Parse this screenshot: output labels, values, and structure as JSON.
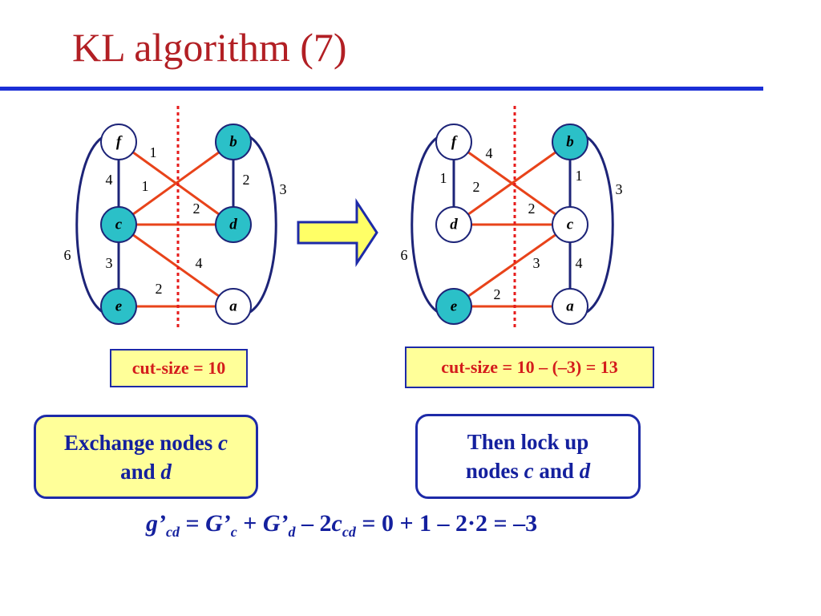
{
  "title": "KL algorithm (7)",
  "colors": {
    "title": "#b21f24",
    "rule": "#1b2fd6",
    "edge_blue": "#1d2478",
    "edge_red": "#e8431a",
    "cut_line": "#e61c1c",
    "node_teal": "#2bc0c8",
    "box_yellow": "#ffff99",
    "text_blue": "#14209e"
  },
  "left_graph": {
    "nodes": [
      {
        "id": "f",
        "label": "f",
        "fill": "white"
      },
      {
        "id": "b",
        "label": "b",
        "fill": "teal"
      },
      {
        "id": "c",
        "label": "c",
        "fill": "teal"
      },
      {
        "id": "d",
        "label": "d",
        "fill": "teal"
      },
      {
        "id": "e",
        "label": "e",
        "fill": "teal"
      },
      {
        "id": "a",
        "label": "a",
        "fill": "white"
      }
    ],
    "edges": [
      {
        "from": "f",
        "to": "c",
        "weight": "4",
        "color": "blue"
      },
      {
        "from": "c",
        "to": "e",
        "weight": "3",
        "color": "blue"
      },
      {
        "from": "f",
        "to": "e",
        "weight": "6",
        "color": "blue"
      },
      {
        "from": "b",
        "to": "d",
        "weight": "2",
        "color": "blue"
      },
      {
        "from": "b",
        "to": "a",
        "weight": "3",
        "color": "blue"
      },
      {
        "from": "f",
        "to": "d",
        "weight": "1",
        "color": "red"
      },
      {
        "from": "c",
        "to": "b",
        "weight": "1",
        "color": "red"
      },
      {
        "from": "c",
        "to": "d",
        "weight": "2",
        "color": "red"
      },
      {
        "from": "c",
        "to": "a",
        "weight": "4",
        "color": "red"
      },
      {
        "from": "e",
        "to": "a",
        "weight": "2",
        "color": "red"
      }
    ],
    "cut_size": "cut-size = 10"
  },
  "right_graph": {
    "nodes": [
      {
        "id": "f",
        "label": "f",
        "fill": "white"
      },
      {
        "id": "b",
        "label": "b",
        "fill": "teal"
      },
      {
        "id": "d",
        "label": "d",
        "fill": "white"
      },
      {
        "id": "c",
        "label": "c",
        "fill": "white"
      },
      {
        "id": "e",
        "label": "e",
        "fill": "teal"
      },
      {
        "id": "a",
        "label": "a",
        "fill": "white"
      }
    ],
    "edges": [
      {
        "from": "f",
        "to": "d",
        "weight": "1",
        "color": "blue"
      },
      {
        "from": "f",
        "to": "e",
        "weight": "6",
        "color": "blue"
      },
      {
        "from": "b",
        "to": "c",
        "weight": "1",
        "color": "blue"
      },
      {
        "from": "c",
        "to": "a",
        "weight": "4",
        "color": "blue"
      },
      {
        "from": "b",
        "to": "a",
        "weight": "3",
        "color": "blue"
      },
      {
        "from": "f",
        "to": "c",
        "weight": "4",
        "color": "red"
      },
      {
        "from": "d",
        "to": "b",
        "weight": "2",
        "color": "red"
      },
      {
        "from": "d",
        "to": "c",
        "weight": "2",
        "color": "red"
      },
      {
        "from": "e",
        "to": "c",
        "weight": "3",
        "color": "red"
      },
      {
        "from": "e",
        "to": "a",
        "weight": "2",
        "color": "red"
      }
    ],
    "cut_size": "cut-size = 10 – (–3) = 13"
  },
  "note_left": {
    "line1": "Exchange nodes ",
    "var1": "c",
    "line2": "and ",
    "var2": "d"
  },
  "note_right": {
    "line1": "Then lock up",
    "line2": "nodes ",
    "var1": "c",
    "mid": " and ",
    "var2": "d"
  },
  "formula": {
    "g": "g’",
    "g_sub": "cd",
    "eq1": " = ",
    "Gc": "G’",
    "Gc_sub": "c",
    "plus": " + ",
    "Gd": "G’",
    "Gd_sub": "d",
    "minus": " – 2",
    "cvar": "c",
    "c_sub": "cd",
    "rest": " = 0 + 1 – 2·2   = –3"
  }
}
